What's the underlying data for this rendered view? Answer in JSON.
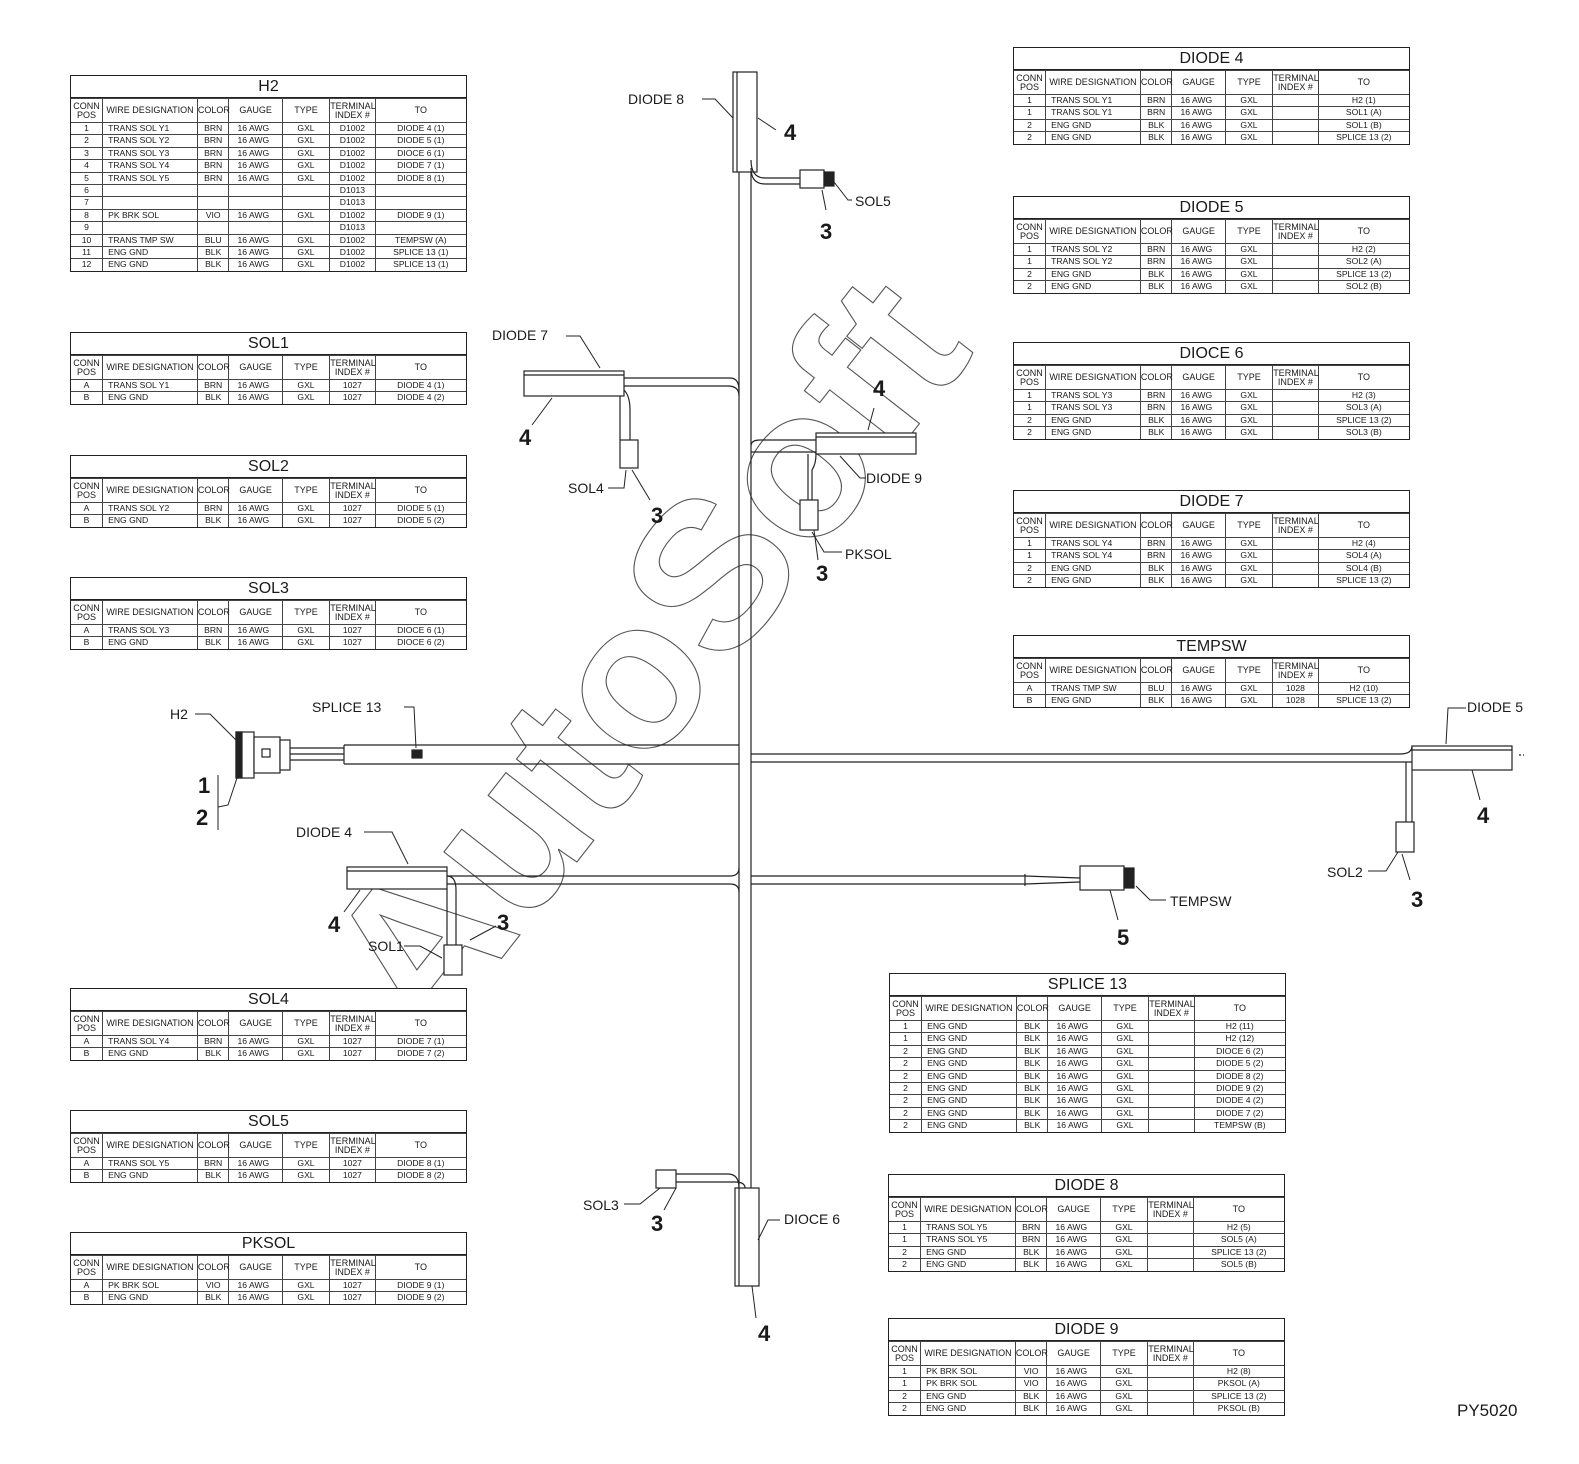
{
  "doc_id": "PY5020",
  "watermark": "AutoSoft",
  "columns": {
    "pos": "CONN POS",
    "wire": "WIRE DESIGNATION",
    "color": "COLOR",
    "gauge": "GAUGE",
    "type": "TYPE",
    "term": "TERMINAL INDEX #",
    "to": "TO"
  },
  "tables": [
    {
      "id": "h2",
      "title": "H2",
      "rows": [
        [
          "1",
          "TRANS SOL Y1",
          "BRN",
          "16  AWG",
          "GXL",
          "D1002",
          "DIODE 4 (1)"
        ],
        [
          "2",
          "TRANS SOL Y2",
          "BRN",
          "16  AWG",
          "GXL",
          "D1002",
          "DIODE 5 (1)"
        ],
        [
          "3",
          "TRANS SOL Y3",
          "BRN",
          "16  AWG",
          "GXL",
          "D1002",
          "DIOCE 6 (1)"
        ],
        [
          "4",
          "TRANS SOL Y4",
          "BRN",
          "16  AWG",
          "GXL",
          "D1002",
          "DIODE 7 (1)"
        ],
        [
          "5",
          "TRANS SOL Y5",
          "BRN",
          "16  AWG",
          "GXL",
          "D1002",
          "DIODE 8 (1)"
        ],
        [
          "6",
          "",
          "",
          "",
          "",
          "D1013",
          ""
        ],
        [
          "7",
          "",
          "",
          "",
          "",
          "D1013",
          ""
        ],
        [
          "8",
          "PK BRK SOL",
          "VIO",
          "16  AWG",
          "GXL",
          "D1002",
          "DIODE 9 (1)"
        ],
        [
          "9",
          "",
          "",
          "",
          "",
          "D1013",
          ""
        ],
        [
          "10",
          "TRANS TMP SW",
          "BLU",
          "16  AWG",
          "GXL",
          "D1002",
          "TEMPSW (A)"
        ],
        [
          "11",
          "ENG GND",
          "BLK",
          "16  AWG",
          "GXL",
          "D1002",
          "SPLICE 13 (1)"
        ],
        [
          "12",
          "ENG GND",
          "BLK",
          "16  AWG",
          "GXL",
          "D1002",
          "SPLICE 13 (1)"
        ]
      ]
    },
    {
      "id": "sol1",
      "title": "SOL1",
      "rows": [
        [
          "A",
          "TRANS SOL Y1",
          "BRN",
          "16  AWG",
          "GXL",
          "1027",
          "DIODE 4 (1)"
        ],
        [
          "B",
          "ENG GND",
          "BLK",
          "16  AWG",
          "GXL",
          "1027",
          "DIODE 4 (2)"
        ]
      ]
    },
    {
      "id": "sol2",
      "title": "SOL2",
      "rows": [
        [
          "A",
          "TRANS SOL Y2",
          "BRN",
          "16  AWG",
          "GXL",
          "1027",
          "DIODE 5 (1)"
        ],
        [
          "B",
          "ENG GND",
          "BLK",
          "16  AWG",
          "GXL",
          "1027",
          "DIODE 5 (2)"
        ]
      ]
    },
    {
      "id": "sol3",
      "title": "SOL3",
      "rows": [
        [
          "A",
          "TRANS SOL Y3",
          "BRN",
          "16  AWG",
          "GXL",
          "1027",
          "DIOCE 6 (1)"
        ],
        [
          "B",
          "ENG GND",
          "BLK",
          "16  AWG",
          "GXL",
          "1027",
          "DIOCE 6 (2)"
        ]
      ]
    },
    {
      "id": "sol4",
      "title": "SOL4",
      "rows": [
        [
          "A",
          "TRANS SOL Y4",
          "BRN",
          "16  AWG",
          "GXL",
          "1027",
          "DIODE 7 (1)"
        ],
        [
          "B",
          "ENG GND",
          "BLK",
          "16  AWG",
          "GXL",
          "1027",
          "DIODE 7 (2)"
        ]
      ]
    },
    {
      "id": "sol5",
      "title": "SOL5",
      "rows": [
        [
          "A",
          "TRANS SOL Y5",
          "BRN",
          "16  AWG",
          "GXL",
          "1027",
          "DIODE 8 (1)"
        ],
        [
          "B",
          "ENG GND",
          "BLK",
          "16  AWG",
          "GXL",
          "1027",
          "DIODE 8 (2)"
        ]
      ]
    },
    {
      "id": "pksol",
      "title": "PKSOL",
      "rows": [
        [
          "A",
          "PK BRK SOL",
          "VIO",
          "16  AWG",
          "GXL",
          "1027",
          "DIODE 9 (1)"
        ],
        [
          "B",
          "ENG GND",
          "BLK",
          "16  AWG",
          "GXL",
          "1027",
          "DIODE 9 (2)"
        ]
      ]
    },
    {
      "id": "diode4",
      "title": "DIODE 4",
      "rows": [
        [
          "1",
          "TRANS SOL Y1",
          "BRN",
          "16  AWG",
          "GXL",
          "",
          "H2 (1)"
        ],
        [
          "1",
          "TRANS SOL Y1",
          "BRN",
          "16  AWG",
          "GXL",
          "",
          "SOL1 (A)"
        ],
        [
          "2",
          "ENG GND",
          "BLK",
          "16  AWG",
          "GXL",
          "",
          "SOL1 (B)"
        ],
        [
          "2",
          "ENG GND",
          "BLK",
          "16  AWG",
          "GXL",
          "",
          "SPLICE 13 (2)"
        ]
      ]
    },
    {
      "id": "diode5",
      "title": "DIODE 5",
      "rows": [
        [
          "1",
          "TRANS SOL Y2",
          "BRN",
          "16  AWG",
          "GXL",
          "",
          "H2 (2)"
        ],
        [
          "1",
          "TRANS SOL Y2",
          "BRN",
          "16  AWG",
          "GXL",
          "",
          "SOL2 (A)"
        ],
        [
          "2",
          "ENG GND",
          "BLK",
          "16  AWG",
          "GXL",
          "",
          "SPLICE 13 (2)"
        ],
        [
          "2",
          "ENG GND",
          "BLK",
          "16  AWG",
          "GXL",
          "",
          "SOL2 (B)"
        ]
      ]
    },
    {
      "id": "dioce6",
      "title": "DIOCE 6",
      "rows": [
        [
          "1",
          "TRANS SOL Y3",
          "BRN",
          "16  AWG",
          "GXL",
          "",
          "H2 (3)"
        ],
        [
          "1",
          "TRANS SOL Y3",
          "BRN",
          "16  AWG",
          "GXL",
          "",
          "SOL3 (A)"
        ],
        [
          "2",
          "ENG GND",
          "BLK",
          "16  AWG",
          "GXL",
          "",
          "SPLICE 13 (2)"
        ],
        [
          "2",
          "ENG GND",
          "BLK",
          "16  AWG",
          "GXL",
          "",
          "SOL3 (B)"
        ]
      ]
    },
    {
      "id": "diode7",
      "title": "DIODE 7",
      "rows": [
        [
          "1",
          "TRANS SOL Y4",
          "BRN",
          "16  AWG",
          "GXL",
          "",
          "H2 (4)"
        ],
        [
          "1",
          "TRANS SOL Y4",
          "BRN",
          "16  AWG",
          "GXL",
          "",
          "SOL4 (A)"
        ],
        [
          "2",
          "ENG GND",
          "BLK",
          "16  AWG",
          "GXL",
          "",
          "SOL4 (B)"
        ],
        [
          "2",
          "ENG GND",
          "BLK",
          "16  AWG",
          "GXL",
          "",
          "SPLICE 13 (2)"
        ]
      ]
    },
    {
      "id": "tempsw",
      "title": "TEMPSW",
      "rows": [
        [
          "A",
          "TRANS TMP SW",
          "BLU",
          "16  AWG",
          "GXL",
          "1028",
          "H2 (10)"
        ],
        [
          "B",
          "ENG GND",
          "BLK",
          "16  AWG",
          "GXL",
          "1028",
          "SPLICE 13 (2)"
        ]
      ]
    },
    {
      "id": "splice13",
      "title": "SPLICE 13",
      "rows": [
        [
          "1",
          "ENG GND",
          "BLK",
          "16  AWG",
          "GXL",
          "",
          "H2 (11)"
        ],
        [
          "1",
          "ENG GND",
          "BLK",
          "16  AWG",
          "GXL",
          "",
          "H2 (12)"
        ],
        [
          "2",
          "ENG GND",
          "BLK",
          "16  AWG",
          "GXL",
          "",
          "DIOCE 6 (2)"
        ],
        [
          "2",
          "ENG GND",
          "BLK",
          "16  AWG",
          "GXL",
          "",
          "DIODE 5 (2)"
        ],
        [
          "2",
          "ENG GND",
          "BLK",
          "16  AWG",
          "GXL",
          "",
          "DIODE 8 (2)"
        ],
        [
          "2",
          "ENG GND",
          "BLK",
          "16  AWG",
          "GXL",
          "",
          "DIODE 9 (2)"
        ],
        [
          "2",
          "ENG GND",
          "BLK",
          "16  AWG",
          "GXL",
          "",
          "DIODE 4 (2)"
        ],
        [
          "2",
          "ENG GND",
          "BLK",
          "16  AWG",
          "GXL",
          "",
          "DIODE 7 (2)"
        ],
        [
          "2",
          "ENG GND",
          "BLK",
          "16  AWG",
          "GXL",
          "",
          "TEMPSW (B)"
        ]
      ]
    },
    {
      "id": "diode8",
      "title": "DIODE 8",
      "rows": [
        [
          "1",
          "TRANS SOL Y5",
          "BRN",
          "16  AWG",
          "GXL",
          "",
          "H2 (5)"
        ],
        [
          "1",
          "TRANS SOL Y5",
          "BRN",
          "16  AWG",
          "GXL",
          "",
          "SOL5 (A)"
        ],
        [
          "2",
          "ENG GND",
          "BLK",
          "16  AWG",
          "GXL",
          "",
          "SPLICE 13 (2)"
        ],
        [
          "2",
          "ENG GND",
          "BLK",
          "16  AWG",
          "GXL",
          "",
          "SOL5 (B)"
        ]
      ]
    },
    {
      "id": "diode9",
      "title": "DIODE 9",
      "rows": [
        [
          "1",
          "PK BRK SOL",
          "VIO",
          "16  AWG",
          "GXL",
          "",
          "H2 (8)"
        ],
        [
          "1",
          "PK BRK SOL",
          "VIO",
          "16  AWG",
          "GXL",
          "",
          "PKSOL (A)"
        ],
        [
          "2",
          "ENG GND",
          "BLK",
          "16  AWG",
          "GXL",
          "",
          "SPLICE 13 (2)"
        ],
        [
          "2",
          "ENG GND",
          "BLK",
          "16  AWG",
          "GXL",
          "",
          "PKSOL (B)"
        ]
      ]
    }
  ],
  "labels": {
    "diode8": "DIODE 8",
    "sol5": "SOL5",
    "diode7": "DIODE 7",
    "sol4": "SOL4",
    "diode9": "DIODE 9",
    "pksol": "PKSOL",
    "h2": "H2",
    "splice13": "SPLICE 13",
    "diode4": "DIODE 4",
    "sol1": "SOL1",
    "diode5": "DIODE 5",
    "sol2": "SOL2",
    "tempsw": "TEMPSW",
    "sol3": "SOL3",
    "dioce6": "DIOCE 6"
  },
  "callouts": {
    "n1": "1",
    "n2": "2",
    "n3": "3",
    "n4": "4",
    "n5": "5"
  }
}
